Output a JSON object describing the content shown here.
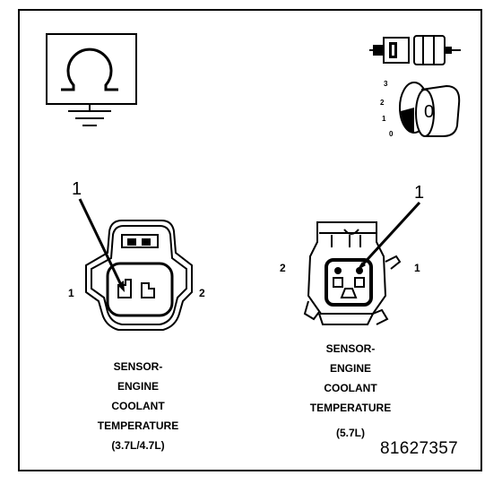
{
  "icons": {
    "ohmmeter": "ohmmeter-ground-icon",
    "connector_disconnect": "connector-disconnect-icon",
    "ignition_key": "ignition-key-icon"
  },
  "ignition_positions": [
    "3",
    "2",
    "1",
    "0"
  ],
  "ignition_key_label": "0",
  "left_connector": {
    "callout": "1",
    "pin_left": "1",
    "pin_right": "2",
    "caption_lines": [
      "SENSOR-",
      "ENGINE",
      "COOLANT",
      "TEMPERATURE",
      "(3.7L/4.7L)"
    ]
  },
  "right_connector": {
    "callout": "1",
    "pin_left": "2",
    "pin_right": "1",
    "caption_lines": [
      "SENSOR-",
      "ENGINE",
      "COOLANT",
      "TEMPERATURE",
      "(5.7L)"
    ]
  },
  "figure_number": "81627357"
}
